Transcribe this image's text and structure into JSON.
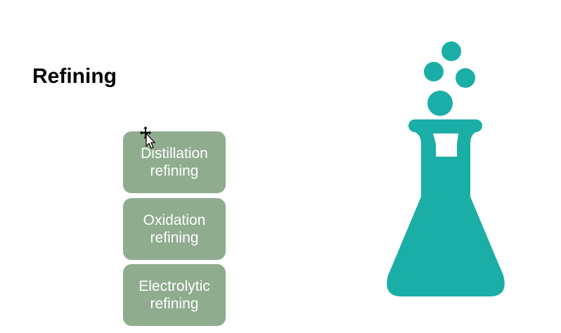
{
  "slide": {
    "title": "Refining",
    "items": [
      {
        "label_line1": "Distillation",
        "label_line2": "refining"
      },
      {
        "label_line1": "Oxidation",
        "label_line2": "refining"
      },
      {
        "label_line1": "Electrolytic",
        "label_line2": "refining"
      }
    ],
    "icon": "flask-icon",
    "accent_color": "#1aaea6",
    "box_color": "#8fac8f"
  }
}
